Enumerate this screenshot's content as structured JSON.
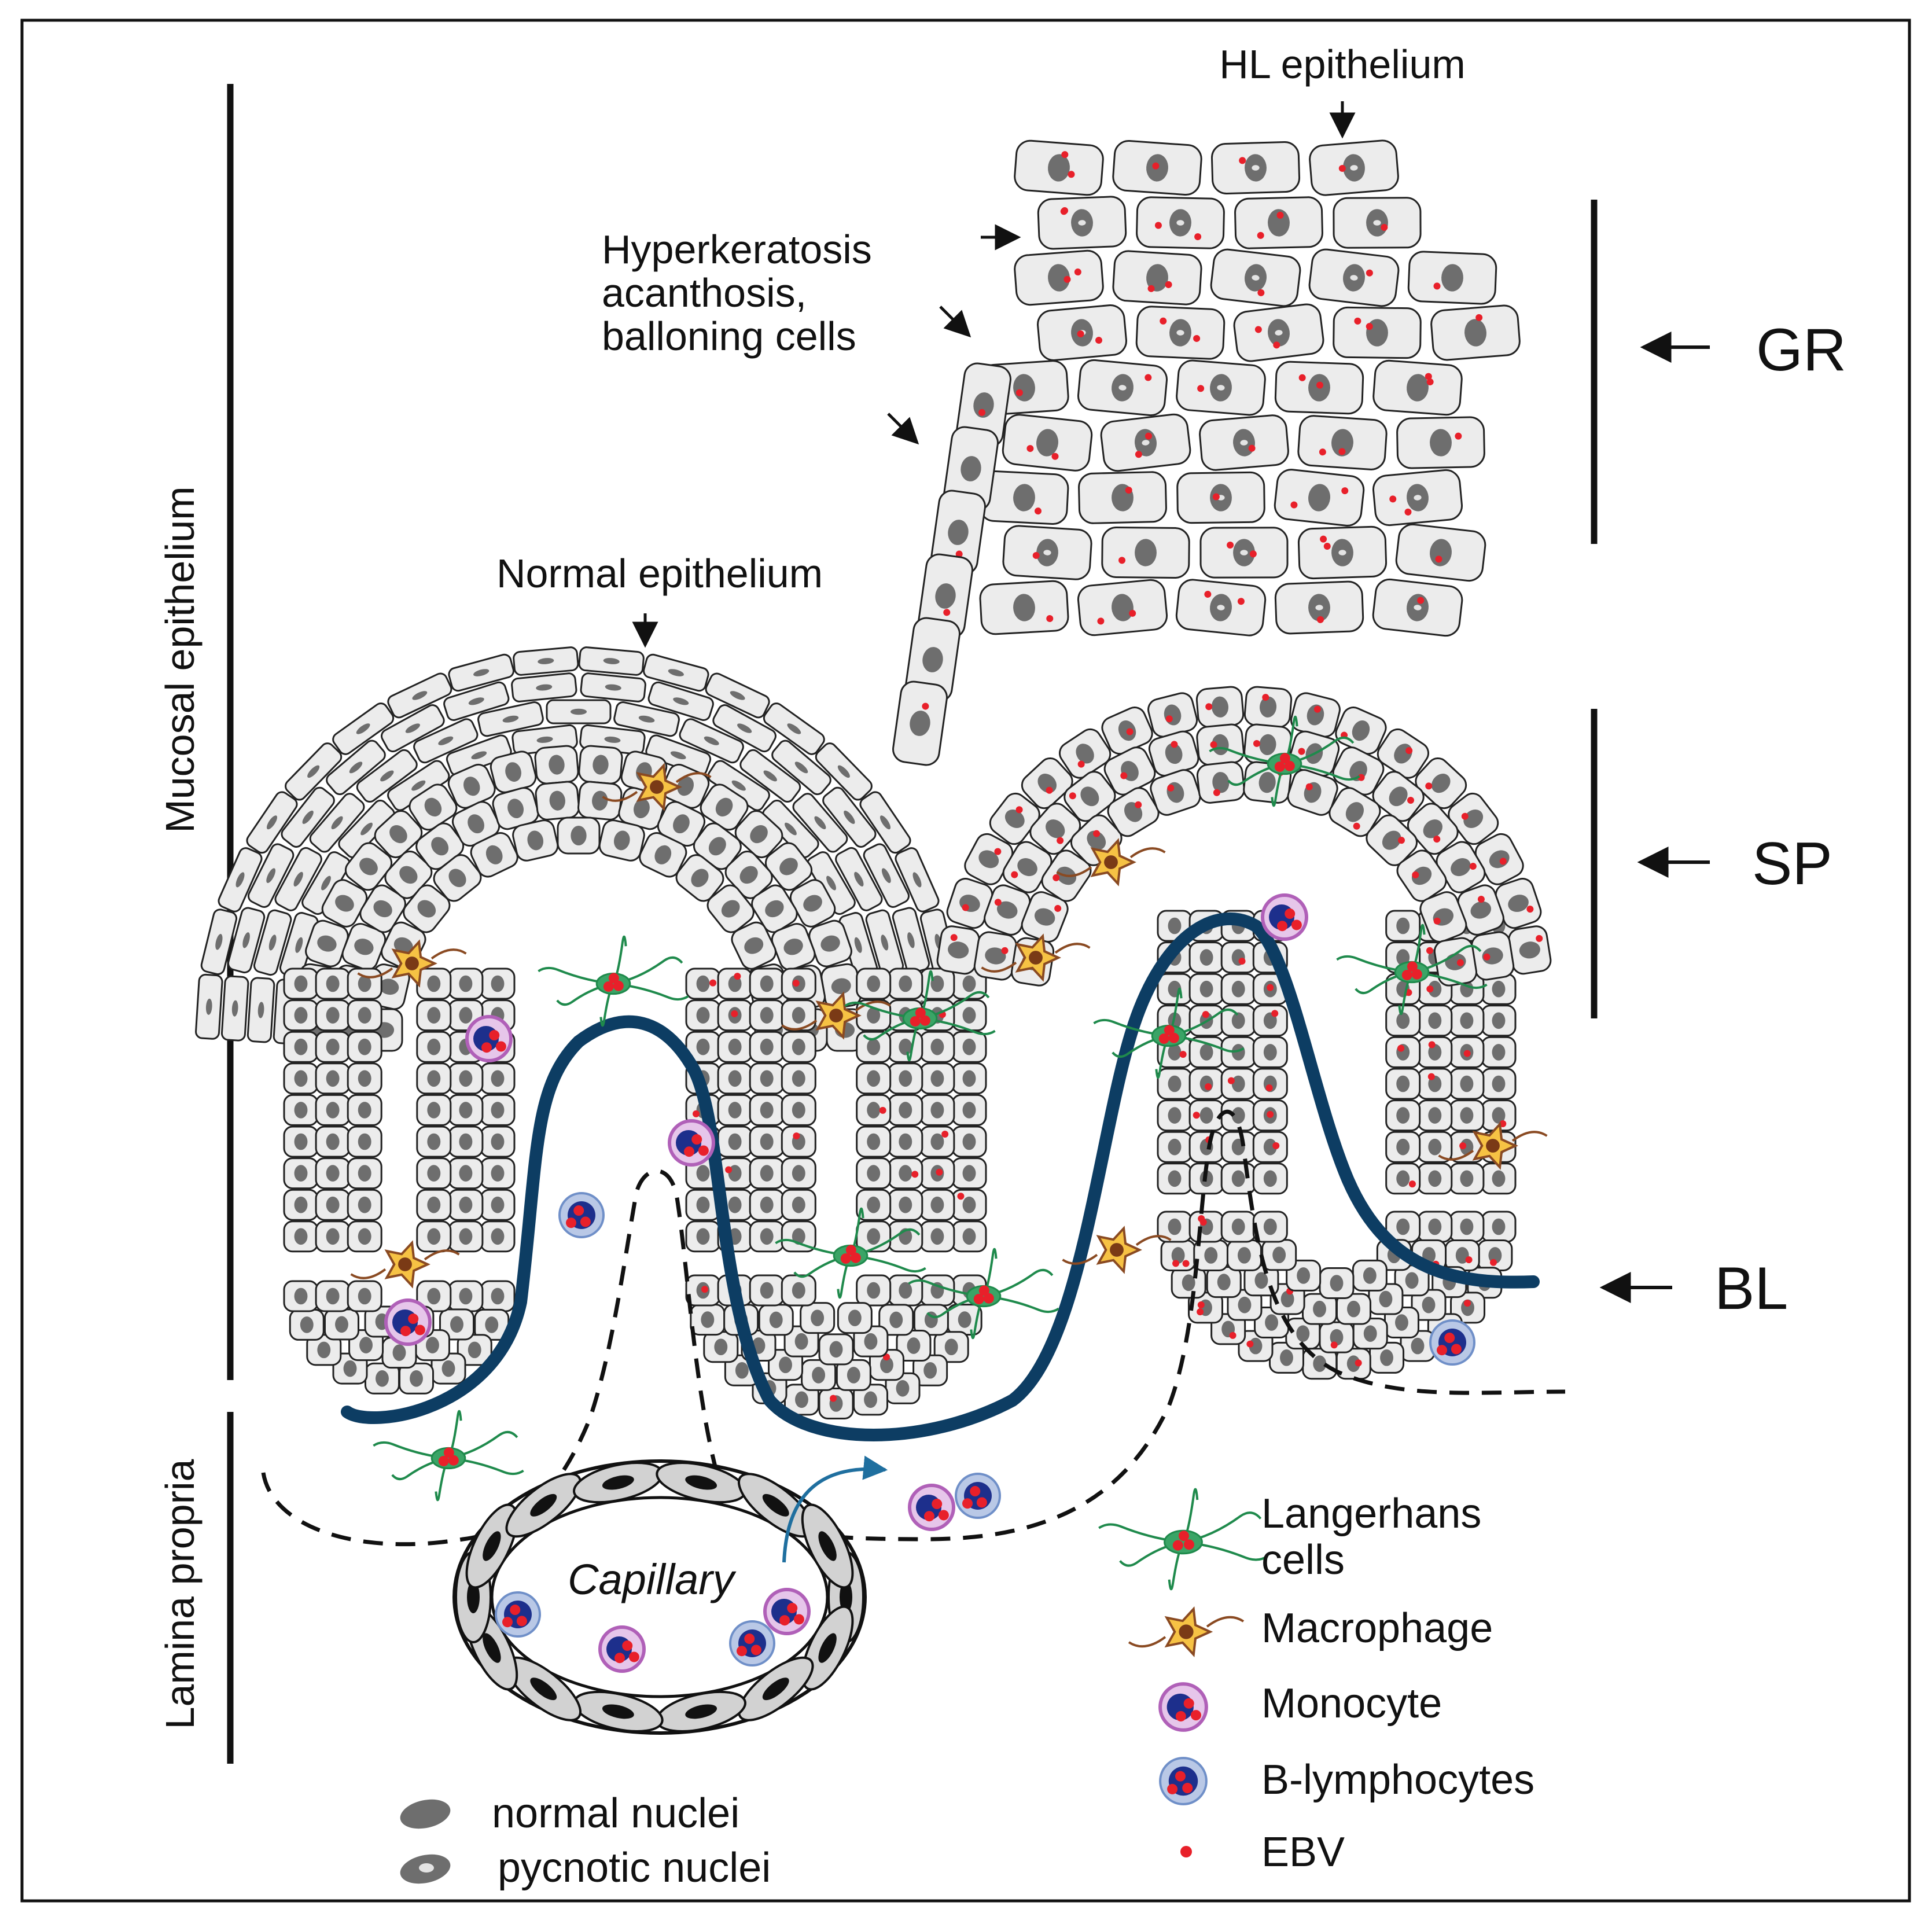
{
  "labels": {
    "hl_epithelium": "HL epithelium",
    "hyperkeratosis_1": "Hyperkeratosis",
    "hyperkeratosis_2": "acanthosis,",
    "hyperkeratosis_3": "balloning cells",
    "normal_epithelium": "Normal epithelium",
    "mucosal_epithelium": "Mucosal epithelium",
    "lamina_propria": "Lamina propria",
    "capillary": "Capillary",
    "gr": "GR",
    "sp": "SP",
    "bl": "BL"
  },
  "legend": {
    "langerhans_1": "Langerhans",
    "langerhans_2": "cells",
    "macrophage": "Macrophage",
    "monocyte": "Monocyte",
    "b_lymphocytes": "B-lymphocytes",
    "ebv": "EBV",
    "normal_nuclei": "normal nuclei",
    "pycnotic_nuclei": "pycnotic nuclei"
  },
  "colors": {
    "cell_fill": "#ececec",
    "nucleus": "#6e6e6e",
    "basal_layer": "#0d3d63",
    "langerhans": "#1f8a4c",
    "macrophage_fill": "#f6c244",
    "macrophage_outline": "#8a4a22",
    "monocyte_ring": "#b060b8",
    "lymphocyte_ring": "#6f8fc8",
    "cell_core": "#1d2f8c",
    "ebv": "#e8202a",
    "migration_arrow": "#1f6f9f"
  }
}
